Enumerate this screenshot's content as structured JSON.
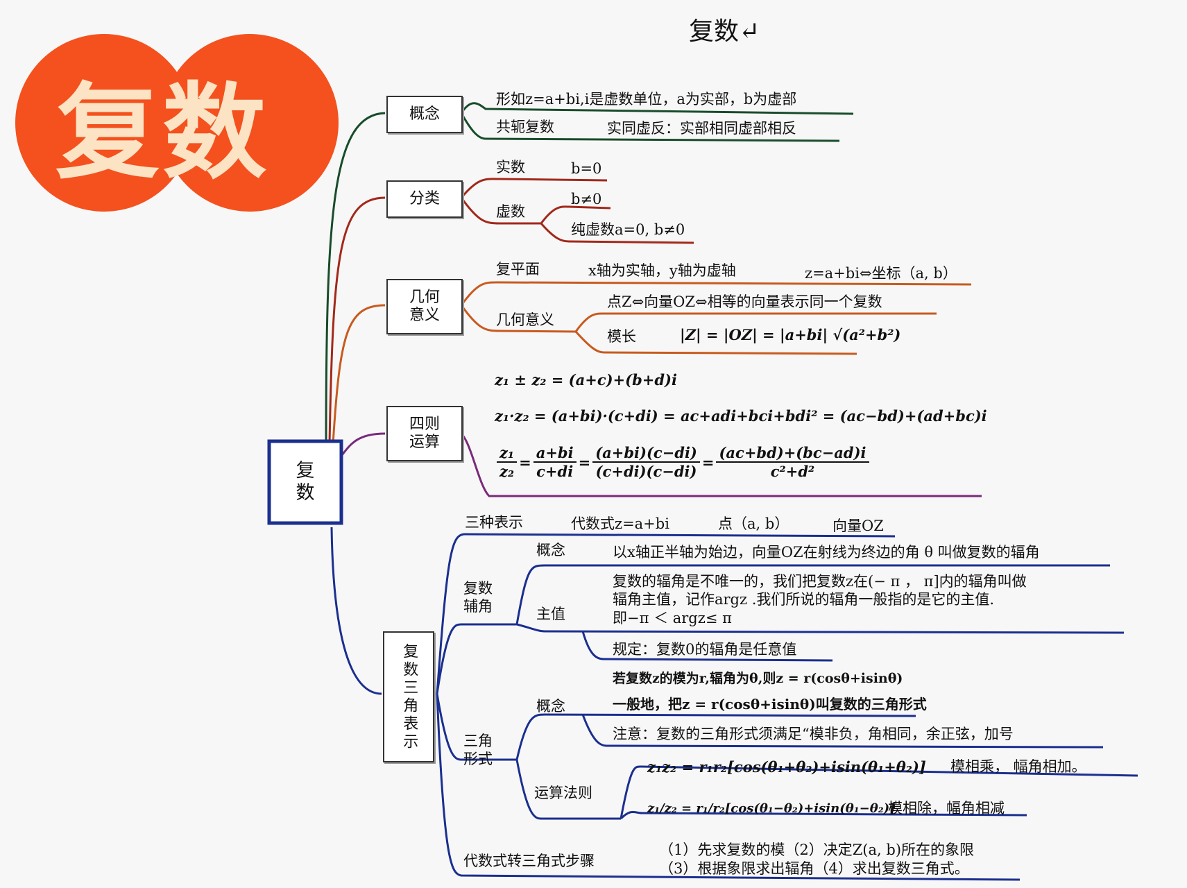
{
  "page_title": "复数↵",
  "badge": {
    "text": "复数",
    "color": "#f4511e"
  },
  "root": {
    "label_1": "复",
    "label_2": "数"
  },
  "colors": {
    "blue": "#1b2f8f",
    "red": "#a2281a",
    "green": "#184c2a",
    "orange": "#c85a1e"
  },
  "concept": {
    "label": "概念",
    "definition": "形如z=a+bi,i是虚数单位，a为实部，b为虚部",
    "conj_label": "共轭复数",
    "conj_text": "实同虚反：实部相同虚部相反"
  },
  "classify": {
    "label": "分类",
    "real": "实数",
    "real_cond": "b=0",
    "imag": "虚数",
    "imag_cond": "b≠0",
    "pure": "纯虚数a=0, b≠0"
  },
  "geometry": {
    "label_1": "几何",
    "label_2": "意义",
    "plane": "复平面",
    "axes": "x轴为实轴，y轴为虚轴",
    "coord": "z=a+bi⇔坐标（a, b）",
    "meaning": "几何意义",
    "vector": "点Z⇔向量OZ⇔相等的向量表示同一个复数",
    "modulus": "模长",
    "modulus_formula": "|Z| = |OZ| = |a+bi| √(a²+b²)"
  },
  "ops": {
    "label_1": "四则",
    "label_2": "运算",
    "add": "z₁ ± z₂ = (a+c)+(b+d)i",
    "mul": "z₁·z₂ = (a+bi)·(c+di) = ac+adi+bci+bdi² = (ac−bd)+(ad+bc)i",
    "div_lhs_num": "z₁",
    "div_lhs_den": "z₂",
    "div_f1_num": "a+bi",
    "div_f1_den": "c+di",
    "div_f2_num": "(a+bi)(c−di)",
    "div_f2_den": "(c+di)(c−di)",
    "div_f3_num": "(ac+bd)+(bc−ad)i",
    "div_f3_den": "c²+d²"
  },
  "trig": {
    "label": "复数三角表示",
    "three_forms": "三种表示",
    "algebraic": "代数式z=a+bi",
    "point": "点（a, b）",
    "vector": "向量OZ",
    "arg_label_1": "复数",
    "arg_label_2": "辅角",
    "arg_concept": "概念",
    "arg_concept_text": "以x轴正半轴为始边，向量OZ在射线为终边的角 θ 叫做复数的辐角",
    "principal": "主值",
    "principal_1": "复数的辐角是不唯一的，我们把复数z在(−  π ，  π]内的辐角叫做",
    "principal_2": "辐角主值，记作argz .我们所说的辐角一般指的是它的主值.",
    "principal_3": "即−π  ＜ argz≤ π",
    "rule": "规定：复数0的辐角是任意值",
    "form_label_1": "三角",
    "form_label_2": "形式",
    "form_concept": "概念",
    "form_def_1": "若复数z的模为r,辐角为θ,则z = r(cosθ+isinθ)",
    "form_def_2": "一般地，把z = r(cosθ+isinθ)叫复数的三角形式",
    "form_note": "注意：复数的三角形式须满足“模非负，角相同，余正弦，加号",
    "ops_label": "运算法则",
    "mul_formula": "z₁z₂ = r₁r₂[cos(θ₁+θ₂)+isin(θ₁+θ₂)]",
    "mul_rule": "模相乘，    幅角相加。",
    "div_formula_lhs": "z₁/z₂ = r₁/r₂",
    "div_formula_rhs": "[cos(θ₁−θ₂)+isin(θ₁−θ₂)]",
    "div_rule": "模相除，幅角相减",
    "steps_label": "代数式转三角式步骤",
    "steps_1": "（1）先求复数的模（2）决定Z(a, b)所在的象限",
    "steps_2": "（3）根据象限求出辐角（4）求出复数三角式。"
  }
}
